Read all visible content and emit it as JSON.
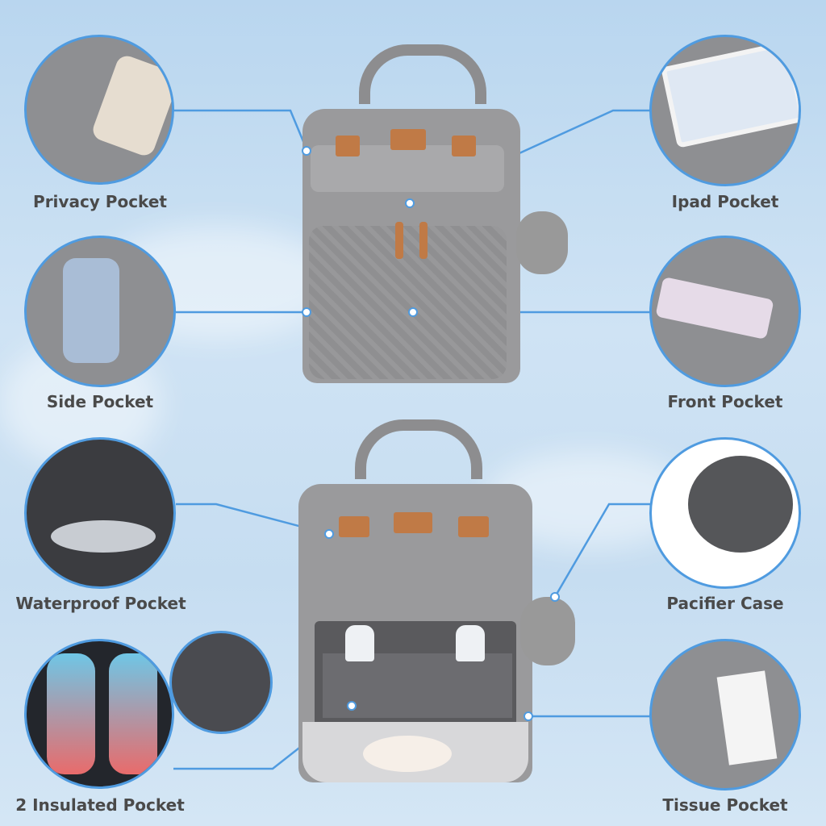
{
  "features": {
    "left": [
      {
        "label": "Privacy Pocket"
      },
      {
        "label": "Side Pocket"
      },
      {
        "label": "Waterproof Pocket"
      },
      {
        "label": "2 Insulated Pocket"
      }
    ],
    "right": [
      {
        "label": "Ipad Pocket"
      },
      {
        "label": "Front Pocket"
      },
      {
        "label": "Pacifier Case"
      },
      {
        "label": "Tissue Pocket"
      }
    ]
  },
  "colors": {
    "accent": "#4f9be0",
    "text": "#4a4a4a",
    "bag": "#9a9a9c",
    "leather": "#c07a46"
  }
}
